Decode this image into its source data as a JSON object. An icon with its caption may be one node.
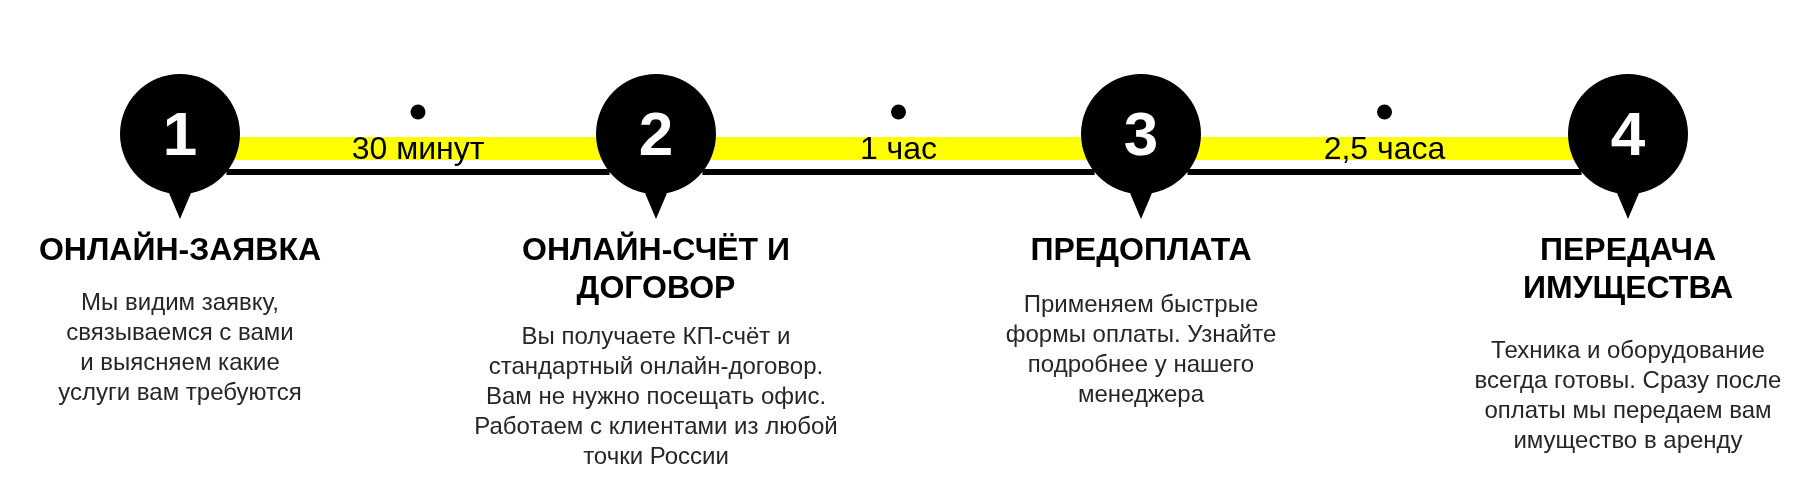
{
  "diagram": {
    "nodes": [
      {
        "text": [
          "1"
        ],
        "beside": [
          "ОНЛАЙН-ЗАЯВКА",
          "Мы видим заявку, связываемся с вами и выясняем какие услуги вам требуются"
        ]
      },
      {
        "text": [
          "2"
        ],
        "beside": [
          "ОНЛАЙН-СЧЁТ И ДОГОВОР",
          "Вы получаете КП-счёт и стандартный онлайн-договор. Вам не нужно посещать офис. Работаем с клиентами из любой точки России"
        ]
      },
      {
        "text": [
          "3"
        ],
        "beside": [
          "ПРЕДОПЛАТА",
          "Применяем быстрые формы оплаты. Узнайте подробнее у нашего менеджера"
        ]
      },
      {
        "text": [
          "4"
        ],
        "beside": [
          "ПЕРЕДАЧА ИМУЩЕСТВА",
          "Техника и оборудование всегда готовы. Сразу после оплаты мы передаем вам имущество в аренду"
        ]
      }
    ],
    "edges": [
      {
        "from": 0,
        "to": 1,
        "arrow": "none",
        "label": "30 минут"
      },
      {
        "from": 1,
        "to": 2,
        "arrow": "none",
        "label": "1 час"
      },
      {
        "from": 2,
        "to": 3,
        "arrow": "none",
        "label": "2,5 часа"
      }
    ]
  }
}
